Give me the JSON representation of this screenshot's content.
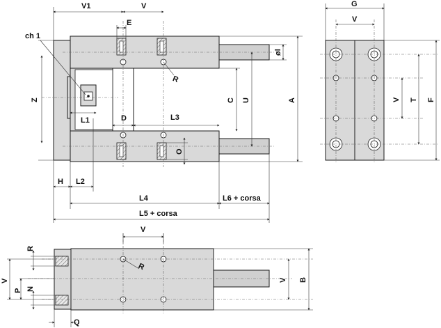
{
  "labels": {
    "V1": "V1",
    "V": "V",
    "E": "E",
    "ch1": "ch 1",
    "R": "R",
    "Z": "Z",
    "C": "C",
    "U": "U",
    "A": "A",
    "phiI": "øl",
    "L1": "L1",
    "D": "D",
    "L3": "L3",
    "O": "O",
    "H": "H",
    "L2": "L2",
    "L4": "L4",
    "L6corsa": "L6 + corsa",
    "L5corsa": "L5 + corsa",
    "G": "G",
    "T": "T",
    "F": "F",
    "P": "P",
    "N": "N",
    "Q": "Q",
    "B": "B"
  }
}
